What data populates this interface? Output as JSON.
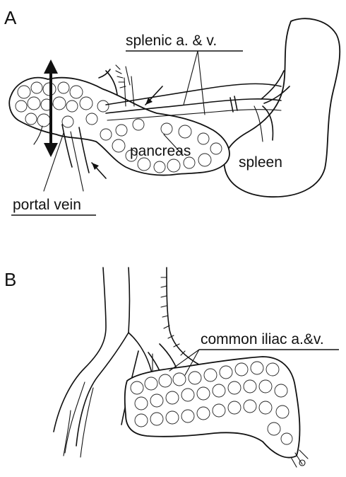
{
  "panels": [
    {
      "letter": "A",
      "labels": {
        "splenic": "splenic a. & v.",
        "pancreas": "pancreas",
        "spleen": "spleen",
        "portal_vein": "portal vein"
      }
    },
    {
      "letter": "B",
      "labels": {
        "common_iliac": "common iliac a.&v."
      }
    }
  ]
}
